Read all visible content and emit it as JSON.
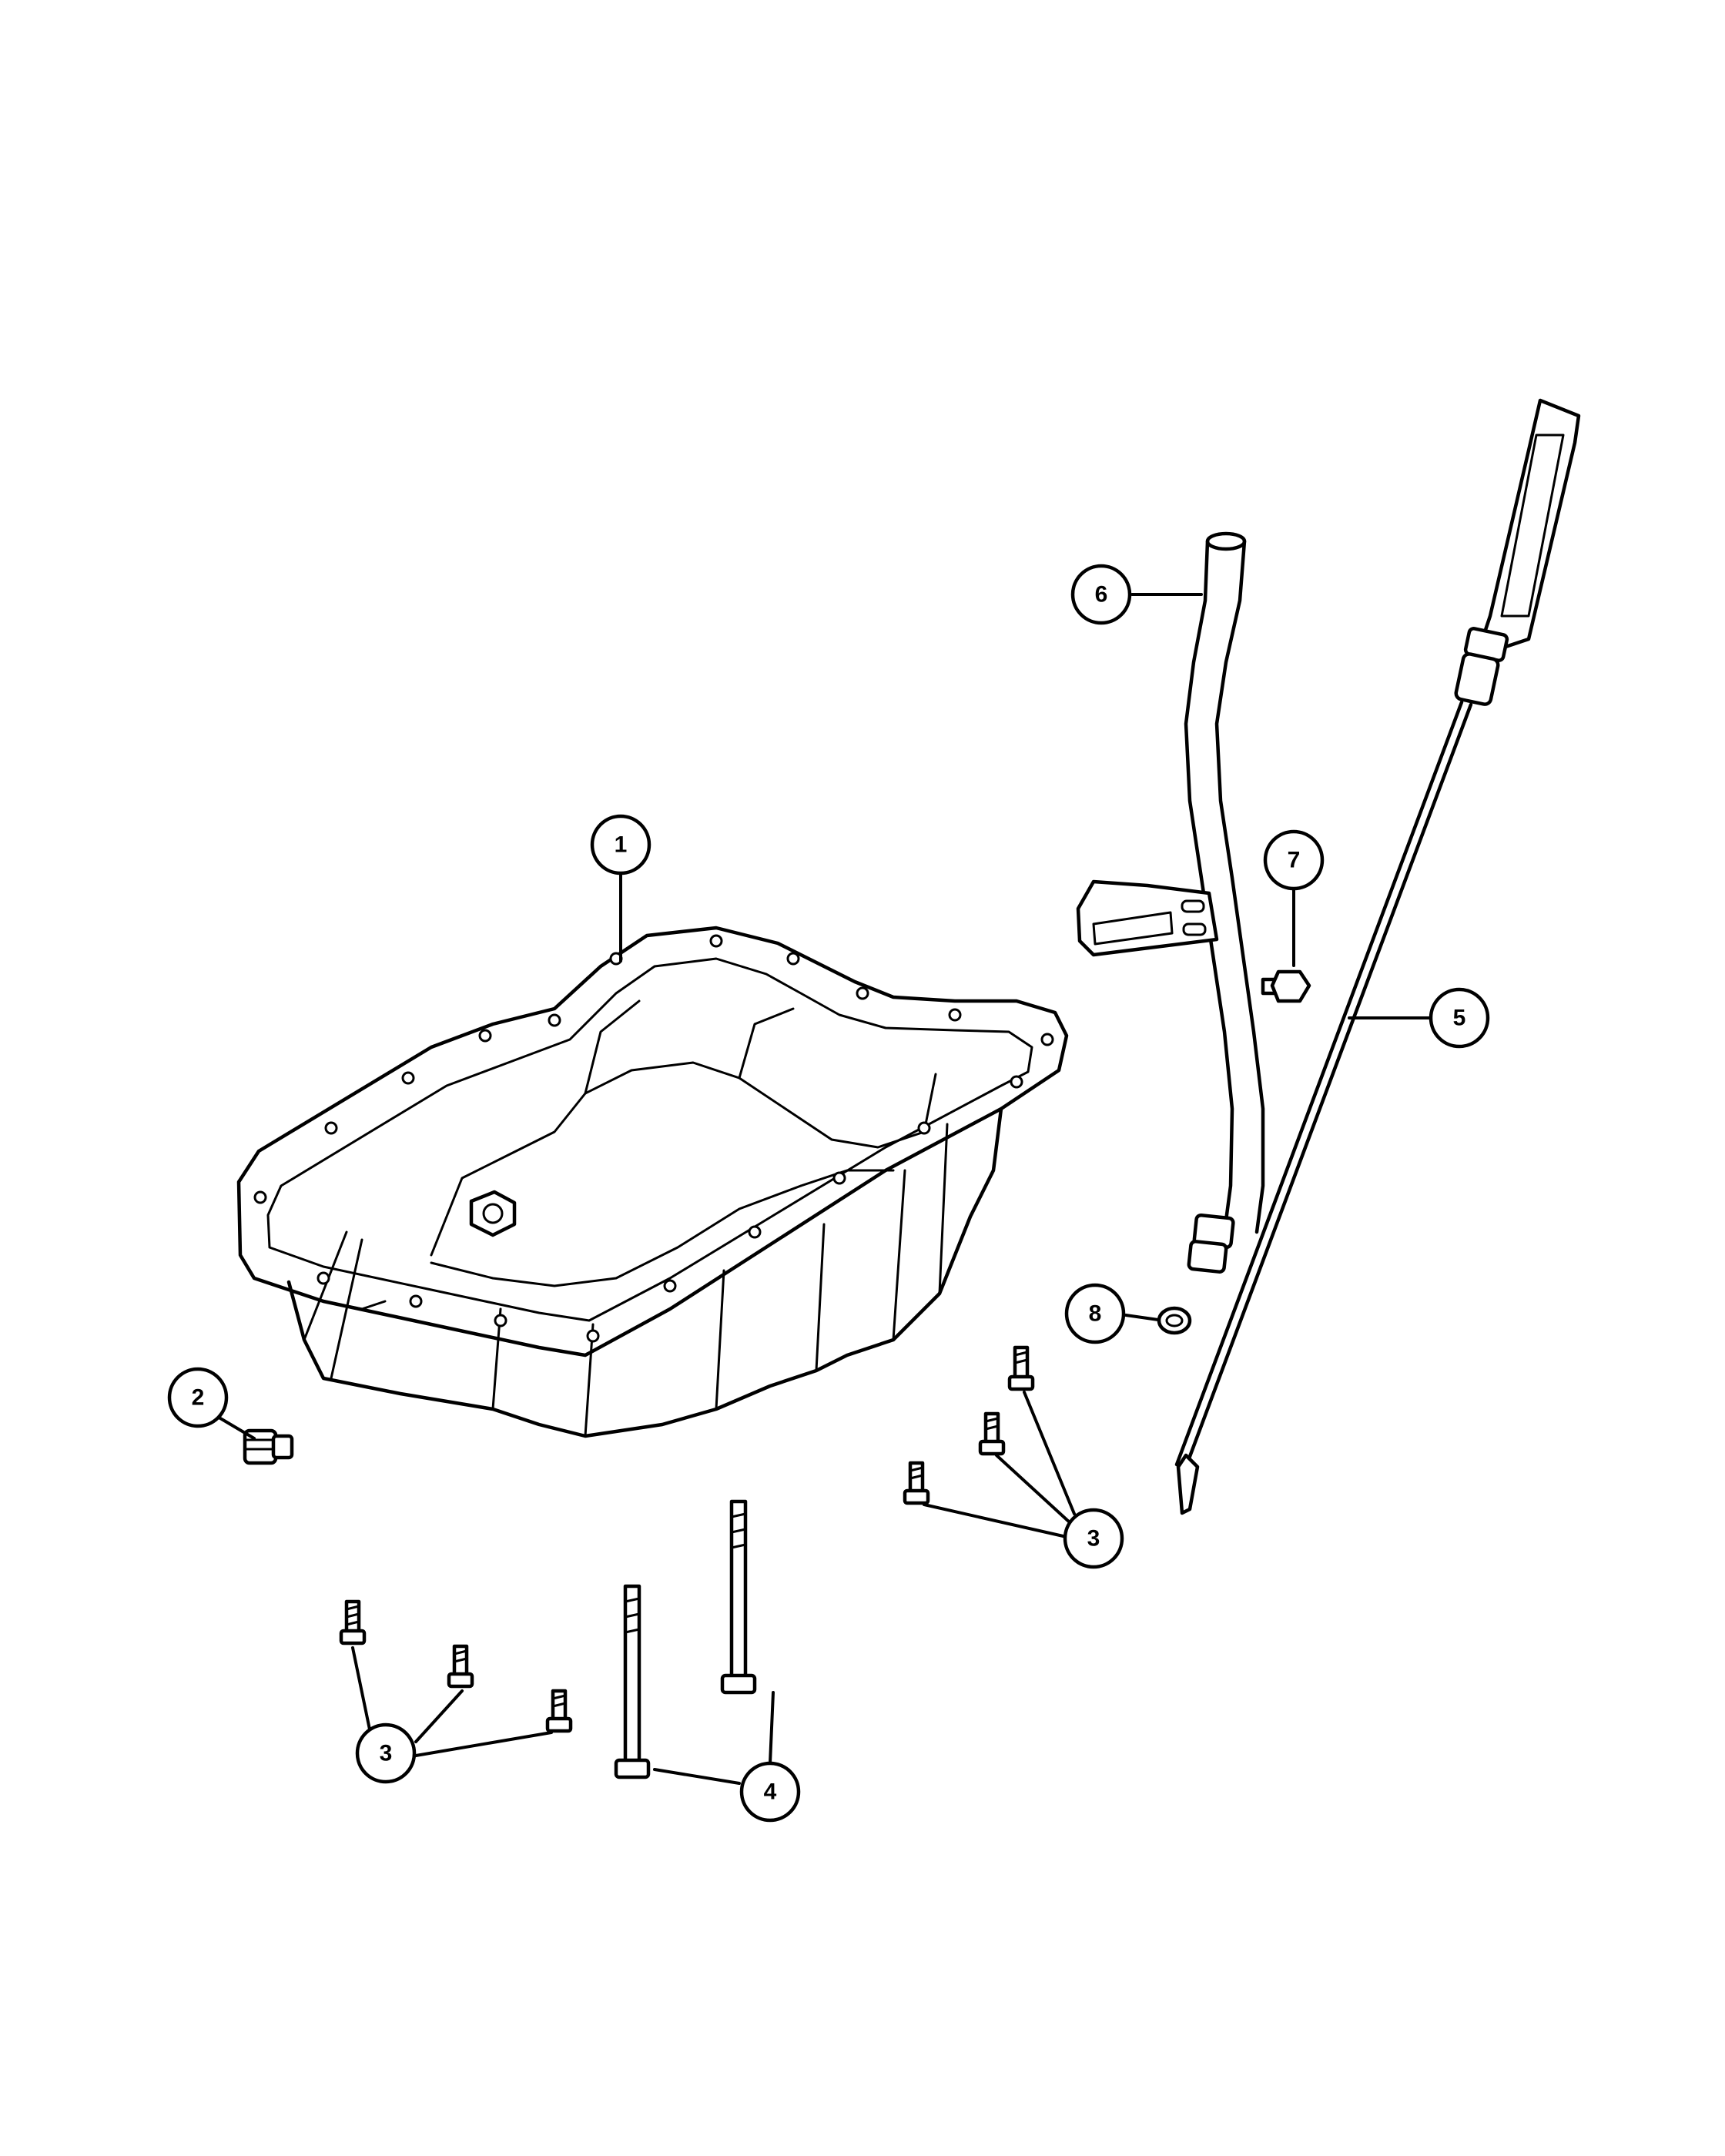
{
  "diagram": {
    "callouts": [
      {
        "id": "1",
        "label": "1"
      },
      {
        "id": "2",
        "label": "2"
      },
      {
        "id": "3a",
        "label": "3"
      },
      {
        "id": "3b",
        "label": "3"
      },
      {
        "id": "4",
        "label": "4"
      },
      {
        "id": "5",
        "label": "5"
      },
      {
        "id": "6",
        "label": "6"
      },
      {
        "id": "7",
        "label": "7"
      },
      {
        "id": "8",
        "label": "8"
      }
    ]
  }
}
